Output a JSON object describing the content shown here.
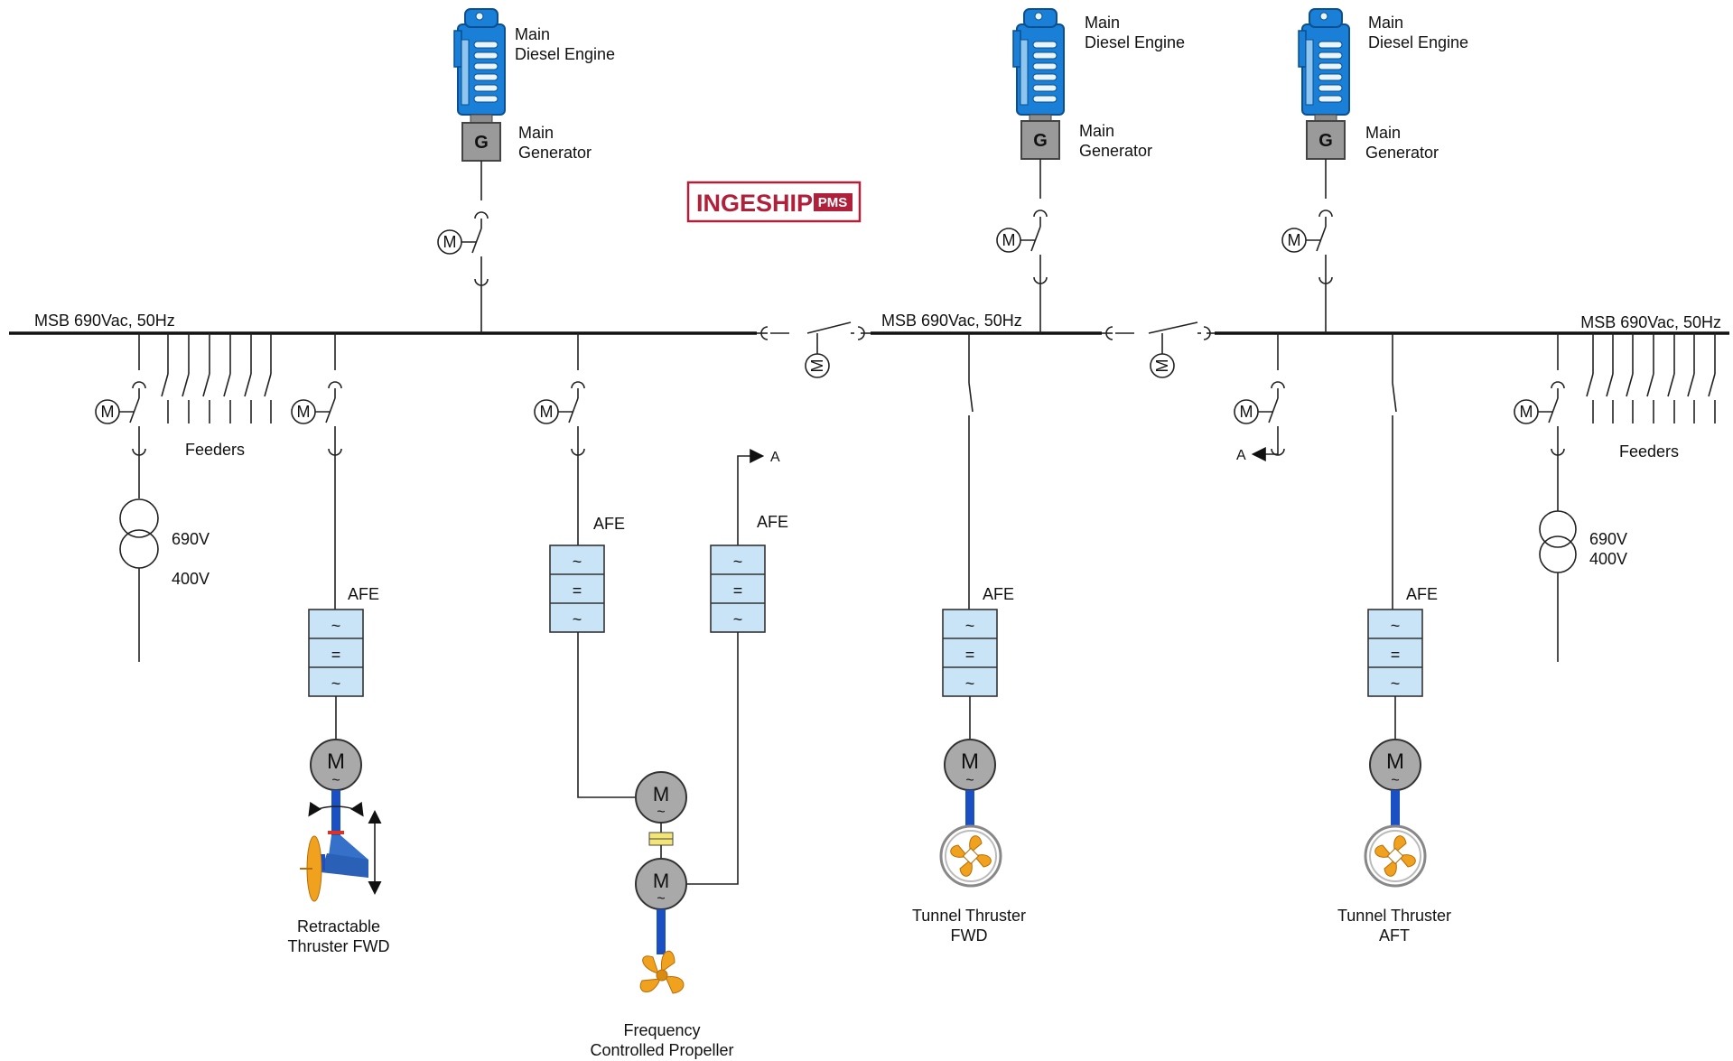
{
  "colors": {
    "engine": "#1a7fd6",
    "engine_dark": "#0b4f8f",
    "generator": "#9a9a9a",
    "converter": "#c9e4f7",
    "motor": "#a9a9a9",
    "shaft": "#1b4fc4",
    "propeller": "#f0a11e",
    "logo": "#b0203a",
    "coupling": "#f3e676"
  },
  "logo": {
    "main": "INGESHIP",
    "badge": "PMS"
  },
  "generators": [
    {
      "engine_label_1": "Main",
      "engine_label_2": "Diesel Engine",
      "gen_label_1": "Main",
      "gen_label_2": "Generator",
      "gen_symbol": "G",
      "breaker_symbol": "M"
    },
    {
      "engine_label_1": "Main",
      "engine_label_2": "Diesel Engine",
      "gen_label_1": "Main",
      "gen_label_2": "Generator",
      "gen_symbol": "G",
      "breaker_symbol": "M"
    },
    {
      "engine_label_1": "Main",
      "engine_label_2": "Diesel Engine",
      "gen_label_1": "Main",
      "gen_label_2": "Generator",
      "gen_symbol": "G",
      "breaker_symbol": "M"
    }
  ],
  "busbars": [
    {
      "label": "MSB 690Vac, 50Hz"
    },
    {
      "label": "MSB 690Vac, 50Hz"
    },
    {
      "label": "MSB 690Vac, 50Hz"
    }
  ],
  "bus_ties": [
    {
      "symbol": "M"
    },
    {
      "symbol": "M"
    }
  ],
  "feeders": [
    {
      "label": "Feeders",
      "breaker_symbol": "M",
      "trafo_primary": "690V",
      "trafo_secondary": "400V"
    },
    {
      "label": "Feeders",
      "breaker_symbol": "M",
      "trafo_primary": "690V",
      "trafo_secondary": "400V"
    }
  ],
  "converter": {
    "label": "AFE",
    "ac": "~",
    "dc": "="
  },
  "motor_symbol": "M",
  "motor_ac": "~",
  "consumers": [
    {
      "label_1": "Retractable",
      "label_2": "Thruster FWD"
    },
    {
      "label_1": "Frequency",
      "label_2": "Controlled Propeller"
    },
    {
      "label_1": "Tunnel Thruster",
      "label_2": "FWD"
    },
    {
      "label_1": "Tunnel Thruster",
      "label_2": "AFT"
    }
  ],
  "propulsion_breaker_symbol": "M",
  "link_label": "A"
}
